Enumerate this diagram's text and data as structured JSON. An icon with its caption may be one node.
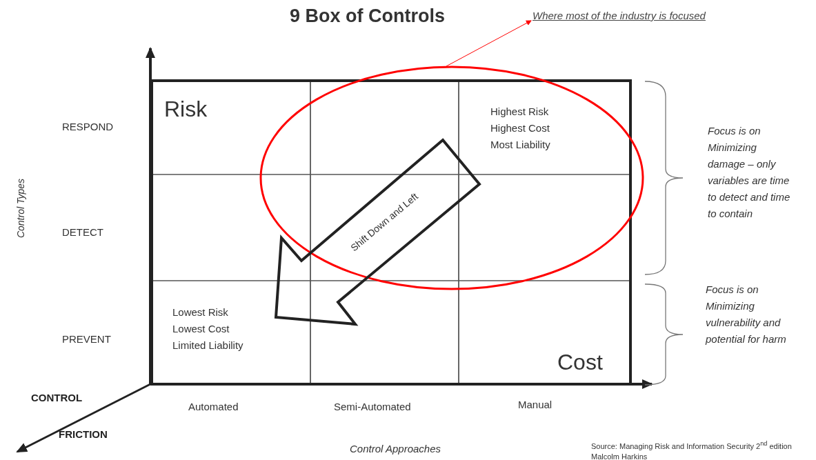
{
  "diagram": {
    "title": "9 Box of Controls",
    "caption": "Source: Managing Risk and Information Security 2$^{nd}$ edition Malcolm Harkins",
    "nodes": [
      {
        "text": [
          "Where most of the industry is focused"
        ]
      },
      {
        "text": [],
        "shape": "ellipse"
      },
      {
        "text": [
          "Shift Down and Left"
        ]
      }
    ],
    "edges": [
      {
        "from": 1,
        "to": 0,
        "arrow": "to",
        "color": "#ff0000"
      }
    ],
    "labels": [
      "Risk",
      "RESPOND",
      "Highest Risk Highest Cost Most Liability",
      "Focus is on Minimizing damage – only variables are time to detect and time to contain",
      "Control Types",
      "DETECT",
      "Focus is on Minimizing vulnerability and potential for harm",
      "Lowest Risk Lowest Cost Limited Liability",
      "PREVENT",
      "Cost",
      "CONTROL",
      "Automated",
      "Semi-Automated",
      "Manual",
      "FRICTION",
      "Control Approaches"
    ]
  }
}
